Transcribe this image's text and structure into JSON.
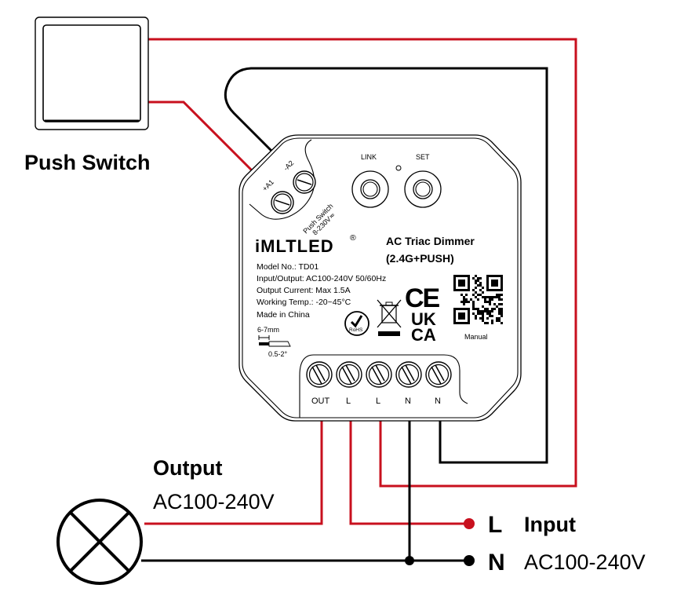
{
  "colors": {
    "live_wire": "#c8101e",
    "neutral_wire": "#000000",
    "background": "#ffffff"
  },
  "push_switch": {
    "label": "Push Switch"
  },
  "device": {
    "brand": "iMLTLED",
    "registered_mark": "®",
    "title_line1": "AC Triac Dimmer",
    "title_line2": "(2.4G+PUSH)",
    "specs": [
      "Model No.: TD01",
      "Input/Output: AC100-240V  50/60Hz",
      "Output Current: Max 1.5A",
      "Working Temp.: -20~45°C",
      "Made in China"
    ],
    "strip_length": "6-7mm",
    "wire_gauge": "0.5-2°",
    "buttons": [
      {
        "label": "LINK"
      },
      {
        "label": "SET"
      }
    ],
    "push_terminals": [
      {
        "label": "+A1"
      },
      {
        "label": "-A2"
      }
    ],
    "push_terminal_caption_line1": "Push Switch",
    "push_terminal_caption_line2": "8-230V≂",
    "terminals": [
      {
        "label": "OUT"
      },
      {
        "label": "L"
      },
      {
        "label": "L"
      },
      {
        "label": "N"
      },
      {
        "label": "N"
      }
    ],
    "cert_ce": "CE",
    "cert_ukca_line1": "UK",
    "cert_ukca_line2": "CA",
    "rohs": "RoHS",
    "qr_caption": "Manual"
  },
  "output": {
    "title": "Output",
    "voltage": "AC100-240V"
  },
  "input": {
    "live_label": "L",
    "neutral_label": "N",
    "title": "Input",
    "voltage": "AC100-240V"
  }
}
